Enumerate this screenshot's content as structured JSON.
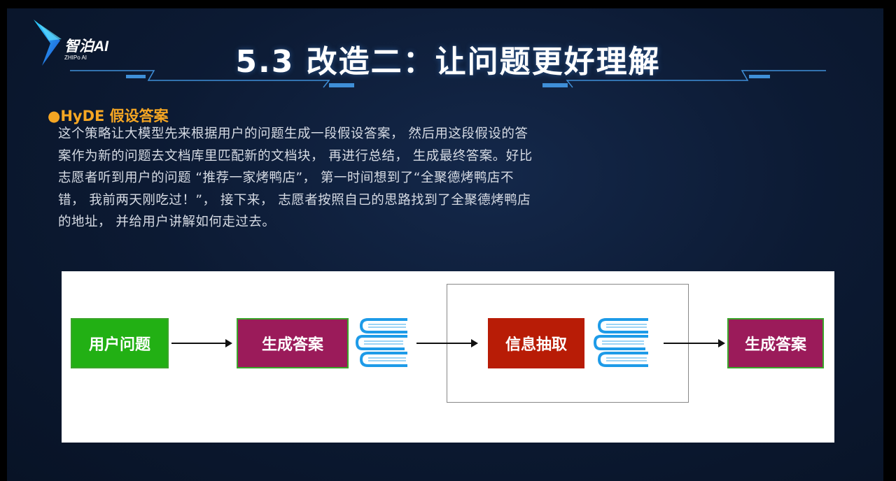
{
  "logo": {
    "name": "智泊AI",
    "sub": "ZHIPo AI"
  },
  "title": "5.3 改造二：让问题更好理解",
  "section": {
    "heading": "●HyDE 假设答案",
    "body": "这个策略让大模型先来根据用户的问题生成一段假设答案， 然后用这段假设的答案作为新的问题去文档库里匹配新的文档块， 再进行总结， 生成最终答案。好比志愿者听到用户的问题 “推荐一家烤鸭店”， 第一时间想到了“全聚德烤鸭店不错， 我前两天刚吃过！”， 接下来， 志愿者按照自己的思路找到了全聚德烤鸭店的地址， 并给用户讲解如何走过去。"
  },
  "diagram": {
    "nodes": [
      "用户问题",
      "生成答案",
      "信息抽取",
      "生成答案"
    ],
    "colors": {
      "green": "#22b014",
      "purple": "#9b1b5a",
      "red": "#b81c06",
      "book": "#1e9be8"
    }
  }
}
